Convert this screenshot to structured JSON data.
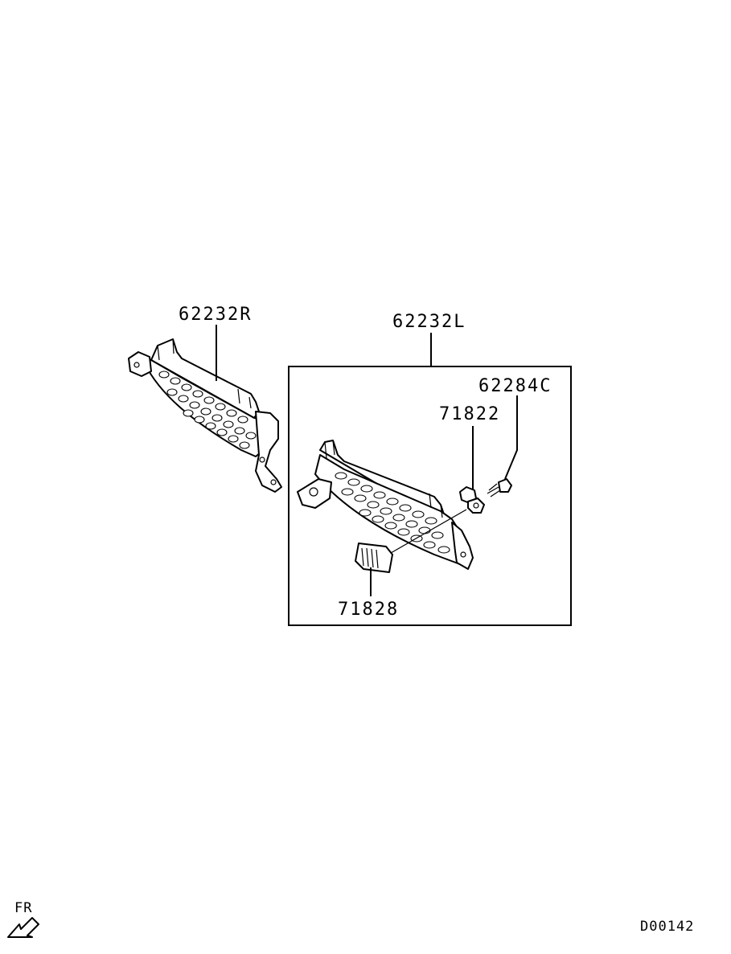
{
  "parts": {
    "grille_right": "62232R",
    "grille_left": "62232L",
    "screw": "62284C",
    "clip": "71822",
    "cover": "71828"
  },
  "direction_label": "FR",
  "diagram_code": "D00142",
  "icons": [
    "front-direction-arrow-icon"
  ]
}
